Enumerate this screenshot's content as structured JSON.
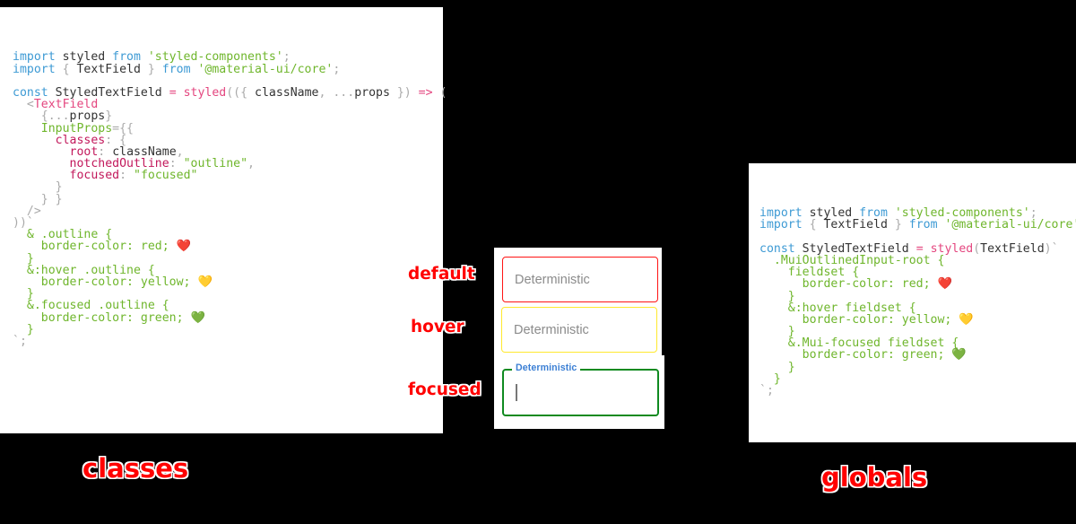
{
  "background_color": "#000000",
  "accent_color": "#ff0000",
  "panels": {
    "classes": {
      "title": "classes",
      "code_lines": [
        [
          {
            "t": "import ",
            "c": "kw"
          },
          {
            "t": "styled ",
            "c": "id"
          },
          {
            "t": "from ",
            "c": "kw"
          },
          {
            "t": "'styled-components'",
            "c": "str"
          },
          {
            "t": ";",
            "c": "punc"
          }
        ],
        [
          {
            "t": "import ",
            "c": "kw"
          },
          {
            "t": "{ ",
            "c": "punc"
          },
          {
            "t": "TextField",
            "c": "id"
          },
          {
            "t": " } ",
            "c": "punc"
          },
          {
            "t": "from ",
            "c": "kw"
          },
          {
            "t": "'@material-ui/core'",
            "c": "str"
          },
          {
            "t": ";",
            "c": "punc"
          }
        ],
        [],
        [
          {
            "t": "const ",
            "c": "kw"
          },
          {
            "t": "StyledTextField ",
            "c": "id"
          },
          {
            "t": "= ",
            "c": "op"
          },
          {
            "t": "styled",
            "c": "fn"
          },
          {
            "t": "((",
            "c": "punc"
          },
          {
            "t": "{ ",
            "c": "punc"
          },
          {
            "t": "className",
            "c": "id"
          },
          {
            "t": ", ",
            "c": "punc"
          },
          {
            "t": "...",
            "c": "punc"
          },
          {
            "t": "props",
            "c": "id"
          },
          {
            "t": " }) ",
            "c": "punc"
          },
          {
            "t": "=> ",
            "c": "op"
          },
          {
            "t": "(",
            "c": "punc"
          }
        ],
        [
          {
            "t": "  <",
            "c": "punc"
          },
          {
            "t": "TextField",
            "c": "tag"
          }
        ],
        [
          {
            "t": "    {",
            "c": "punc"
          },
          {
            "t": "...",
            "c": "punc"
          },
          {
            "t": "props",
            "c": "id"
          },
          {
            "t": "}",
            "c": "punc"
          }
        ],
        [
          {
            "t": "    ",
            "c": "punc"
          },
          {
            "t": "InputProps",
            "c": "attr"
          },
          {
            "t": "={{",
            "c": "punc"
          }
        ],
        [
          {
            "t": "      ",
            "c": "punc"
          },
          {
            "t": "classes",
            "c": "prop"
          },
          {
            "t": ": {",
            "c": "punc"
          }
        ],
        [
          {
            "t": "        ",
            "c": "punc"
          },
          {
            "t": "root",
            "c": "prop"
          },
          {
            "t": ": ",
            "c": "punc"
          },
          {
            "t": "className",
            "c": "id"
          },
          {
            "t": ",",
            "c": "punc"
          }
        ],
        [
          {
            "t": "        ",
            "c": "punc"
          },
          {
            "t": "notchedOutline",
            "c": "prop"
          },
          {
            "t": ": ",
            "c": "punc"
          },
          {
            "t": "\"outline\"",
            "c": "str"
          },
          {
            "t": ",",
            "c": "punc"
          }
        ],
        [
          {
            "t": "        ",
            "c": "punc"
          },
          {
            "t": "focused",
            "c": "prop"
          },
          {
            "t": ": ",
            "c": "punc"
          },
          {
            "t": "\"focused\"",
            "c": "str"
          }
        ],
        [
          {
            "t": "      }",
            "c": "punc"
          }
        ],
        [
          {
            "t": "    } }",
            "c": "punc"
          }
        ],
        [
          {
            "t": "  />",
            "c": "punc"
          }
        ],
        [
          {
            "t": "))`",
            "c": "punc"
          }
        ],
        [
          {
            "t": "  & .outline {",
            "c": "sel"
          }
        ],
        [
          {
            "t": "    border-color: red; ",
            "c": "sel"
          },
          {
            "t": "❤️",
            "c": "emoji"
          }
        ],
        [
          {
            "t": "  }",
            "c": "sel"
          }
        ],
        [
          {
            "t": "  &:hover .outline {",
            "c": "sel"
          }
        ],
        [
          {
            "t": "    border-color: yellow; ",
            "c": "sel"
          },
          {
            "t": "💛",
            "c": "emoji"
          }
        ],
        [
          {
            "t": "  }",
            "c": "sel"
          }
        ],
        [
          {
            "t": "  &.focused .outline {",
            "c": "sel"
          }
        ],
        [
          {
            "t": "    border-color: green; ",
            "c": "sel"
          },
          {
            "t": "💚",
            "c": "emoji"
          }
        ],
        [
          {
            "t": "  }",
            "c": "sel"
          }
        ],
        [
          {
            "t": "`;",
            "c": "punc"
          }
        ]
      ]
    },
    "globals": {
      "title": "globals",
      "code_lines": [
        [
          {
            "t": "import ",
            "c": "kw"
          },
          {
            "t": "styled ",
            "c": "id"
          },
          {
            "t": "from ",
            "c": "kw"
          },
          {
            "t": "'styled-components'",
            "c": "str"
          },
          {
            "t": ";",
            "c": "punc"
          }
        ],
        [
          {
            "t": "import ",
            "c": "kw"
          },
          {
            "t": "{ ",
            "c": "punc"
          },
          {
            "t": "TextField",
            "c": "id"
          },
          {
            "t": " } ",
            "c": "punc"
          },
          {
            "t": "from ",
            "c": "kw"
          },
          {
            "t": "'@material-ui/core'",
            "c": "str"
          },
          {
            "t": ";",
            "c": "punc"
          }
        ],
        [],
        [
          {
            "t": "const ",
            "c": "kw"
          },
          {
            "t": "StyledTextField ",
            "c": "id"
          },
          {
            "t": "= ",
            "c": "op"
          },
          {
            "t": "styled",
            "c": "fn"
          },
          {
            "t": "(",
            "c": "punc"
          },
          {
            "t": "TextField",
            "c": "id"
          },
          {
            "t": ")`",
            "c": "punc"
          }
        ],
        [
          {
            "t": "  .MuiOutlinedInput-root {",
            "c": "sel"
          }
        ],
        [
          {
            "t": "    fieldset {",
            "c": "sel"
          }
        ],
        [
          {
            "t": "      border-color: red; ",
            "c": "sel"
          },
          {
            "t": "❤️",
            "c": "emoji"
          }
        ],
        [
          {
            "t": "    }",
            "c": "sel"
          }
        ],
        [
          {
            "t": "    &:hover fieldset {",
            "c": "sel"
          }
        ],
        [
          {
            "t": "      border-color: yellow; ",
            "c": "sel"
          },
          {
            "t": "💛",
            "c": "emoji"
          }
        ],
        [
          {
            "t": "    }",
            "c": "sel"
          }
        ],
        [
          {
            "t": "    &.Mui-focused fieldset {",
            "c": "sel"
          }
        ],
        [
          {
            "t": "      border-color: green; ",
            "c": "sel"
          },
          {
            "t": "💚",
            "c": "emoji"
          }
        ],
        [
          {
            "t": "    }",
            "c": "sel"
          }
        ],
        [
          {
            "t": "  }",
            "c": "sel"
          }
        ],
        [
          {
            "t": "`;",
            "c": "punc"
          }
        ]
      ]
    }
  },
  "annotations": {
    "default": "default",
    "hover": "hover",
    "focused": "focused"
  },
  "demo": {
    "fields": {
      "default": {
        "value": "Deterministic",
        "border_color": "#ff1414",
        "state": "default"
      },
      "hover": {
        "value": "Deterministic",
        "border_color": "#ffe92e",
        "state": "hover"
      },
      "focused": {
        "label": "Deterministic",
        "value": "",
        "border_color": "#0f8a20",
        "label_color": "#3b7fd4",
        "state": "focused"
      }
    }
  }
}
